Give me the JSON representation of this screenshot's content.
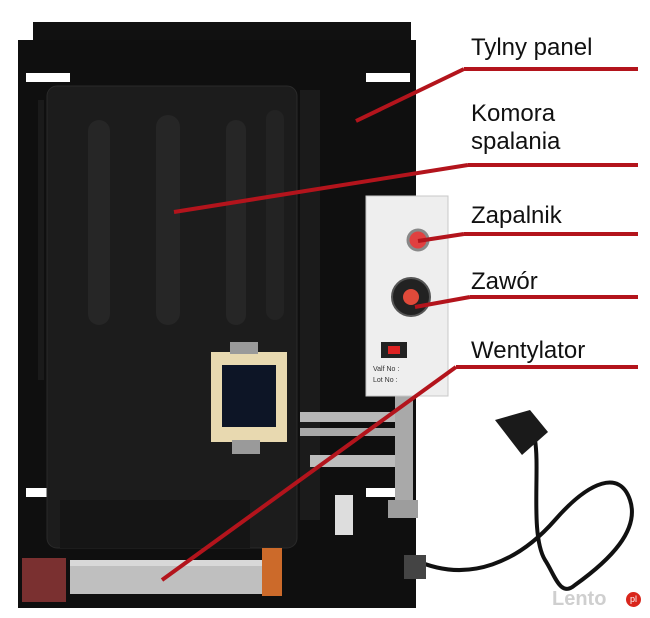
{
  "labels": {
    "rear_panel": "Tylny panel",
    "combustion_chamber_line1": "Komora",
    "combustion_chamber_line2": "spalania",
    "igniter": "Zapalnik",
    "valve": "Zawór",
    "fan": "Wentylator"
  },
  "valve_plate": {
    "valf_no": "Valf No :",
    "lot_no": "Lot No :"
  },
  "watermark": {
    "text": "Lento",
    "badge": "pl"
  },
  "colors": {
    "callout_line": "#b3141c",
    "panel": "#0f0f0f",
    "chamber": "#1c1c1c",
    "control_box": "#eeeeee",
    "igniter_knob": "#e04040"
  }
}
